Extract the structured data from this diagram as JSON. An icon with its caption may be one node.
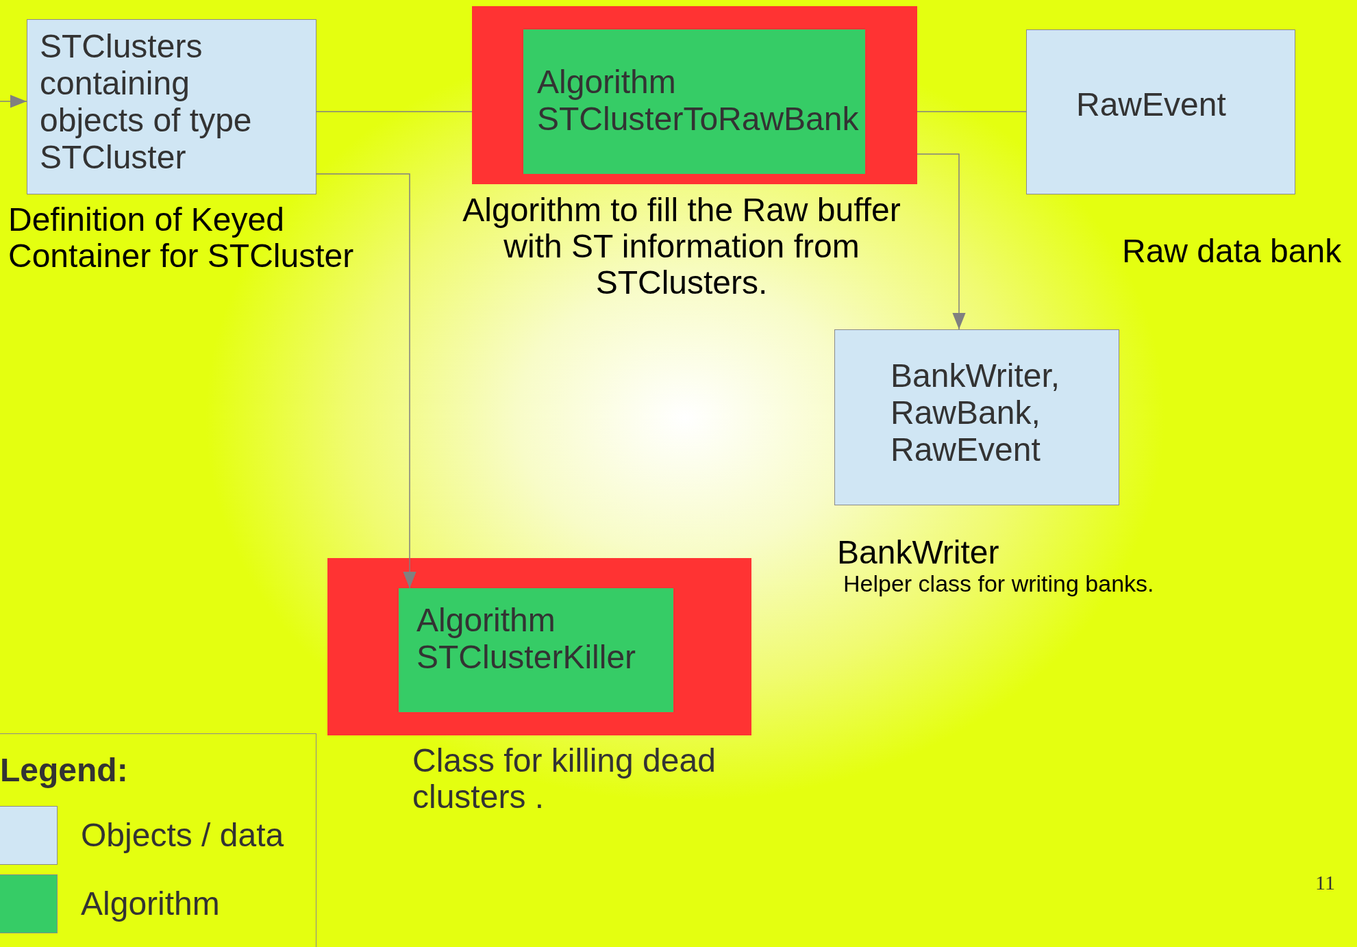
{
  "diagram": {
    "nodes": [
      {
        "text": [
          "STClusters containing objects of type STCluster"
        ],
        "beside": [
          "Definition of Keyed Container for STCluster"
        ]
      },
      {
        "text": [],
        "shape": "box",
        "beside": [
          "Algorithm to fill the Raw buffer with ST information from STClusters."
        ]
      },
      {
        "text": [
          "Algorithm STClusterToRawBank"
        ],
        "in": 1
      },
      {
        "text": [
          "RawEvent"
        ],
        "beside": [
          "Raw data bank"
        ]
      },
      {
        "text": [
          "BankWriter, RawBank, RawEvent"
        ],
        "beside": [
          "BankWriter",
          "Helper class for writing banks."
        ]
      },
      {
        "text": [],
        "shape": "box",
        "beside": [
          "Class for killing dead clusters ."
        ]
      },
      {
        "text": [
          "Algorithm STClusterKiller"
        ],
        "in": 5
      }
    ],
    "edges": [
      {
        "from": null,
        "to": 0,
        "arrow": "to"
      },
      {
        "from": 0,
        "to": 1,
        "arrow": "none"
      },
      {
        "from": 1,
        "to": 3,
        "arrow": "none"
      },
      {
        "from": 1,
        "to": 4,
        "arrow": "to"
      },
      {
        "from": 0,
        "to": 6,
        "arrow": "to"
      }
    ],
    "labels": [
      "Legend:",
      "11"
    ],
    "legend": [
      {
        "text": "Objects / data",
        "color": "#d0e6f4"
      },
      {
        "text": "Algorithm",
        "color": "#36cc66"
      }
    ]
  }
}
